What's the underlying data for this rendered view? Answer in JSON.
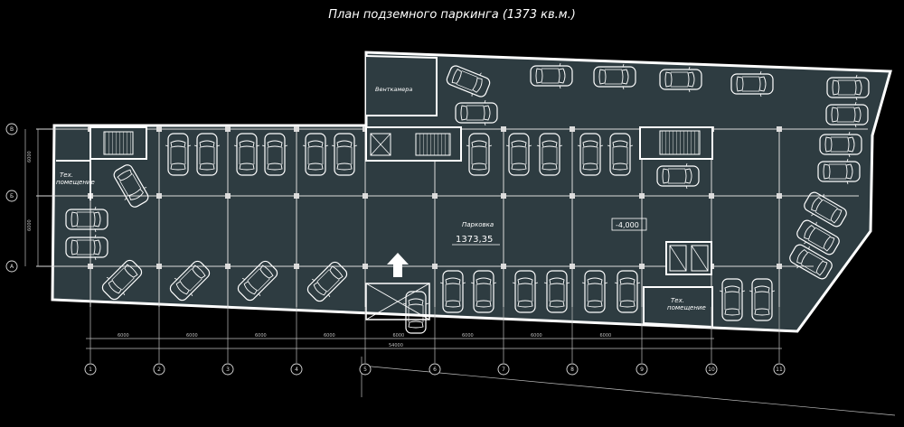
{
  "title": "План подземного паркинга (1373 кв.м.)",
  "rooms": {
    "tech_left": "Тех. помещение",
    "tech_right": "Тех. помещение",
    "ventilation": "Венткамера",
    "parking": "Парковка"
  },
  "area_value": "1373,35",
  "level_mark": "-4,000",
  "column_axes": [
    "1",
    "2",
    "3",
    "4",
    "5",
    "6",
    "7",
    "8",
    "9",
    "10",
    "11"
  ],
  "row_axes": [
    "В",
    "Б",
    "А"
  ],
  "bay_dims": [
    "6000",
    "6000",
    "6000",
    "6000",
    "6000",
    "6000",
    "6000",
    "6000"
  ],
  "total_dim": "54000",
  "vertical_dims": [
    "6000",
    "6000"
  ],
  "colors": {
    "background": "#000000",
    "floor": "#2e3c41",
    "line": "#ffffff"
  }
}
